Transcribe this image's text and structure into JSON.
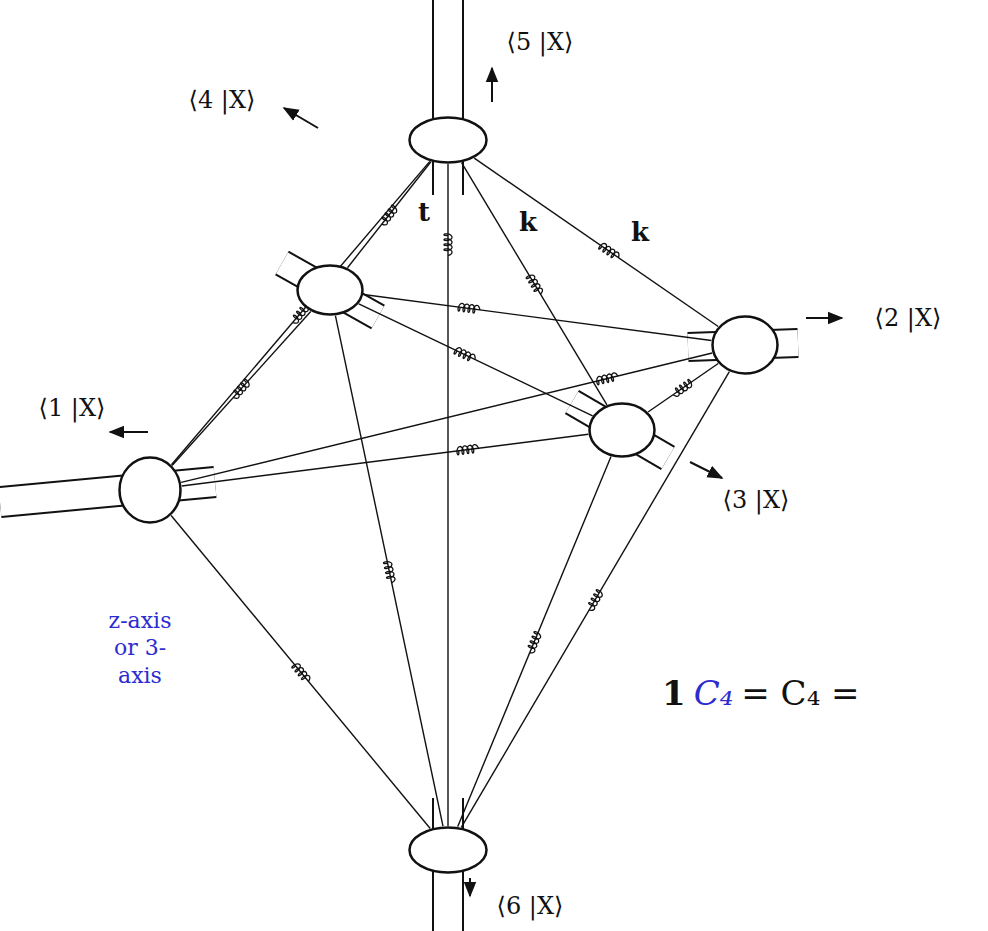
{
  "diagram": {
    "nodes": [
      {
        "text": [
          "⟨5 |X⟩"
        ]
      },
      {
        "text": [
          "⟨4 |X⟩"
        ]
      },
      {
        "text": [
          "⟨1 |X⟩"
        ]
      },
      {
        "text": [
          "⟨2 |X⟩"
        ]
      },
      {
        "text": [
          "⟨3 |X⟩"
        ]
      },
      {
        "text": [
          "⟨6 |X⟩"
        ]
      }
    ],
    "edges": [
      {
        "from": 0,
        "to": 1,
        "arrow": "none"
      },
      {
        "from": 0,
        "to": 2,
        "arrow": "none"
      },
      {
        "from": 0,
        "to": 3,
        "label": "k",
        "arrow": "none"
      },
      {
        "from": 0,
        "to": 4,
        "label": "k",
        "arrow": "none"
      },
      {
        "from": 0,
        "to": 5,
        "label": "t",
        "arrow": "none"
      },
      {
        "from": 1,
        "to": 2,
        "arrow": "none"
      },
      {
        "from": 1,
        "to": 3,
        "arrow": "none"
      },
      {
        "from": 1,
        "to": 4,
        "arrow": "none"
      },
      {
        "from": 1,
        "to": 5,
        "arrow": "none"
      },
      {
        "from": 2,
        "to": 3,
        "arrow": "none"
      },
      {
        "from": 2,
        "to": 4,
        "arrow": "none"
      },
      {
        "from": 2,
        "to": 5,
        "arrow": "none"
      },
      {
        "from": 3,
        "to": 4,
        "arrow": "none"
      },
      {
        "from": 3,
        "to": 5,
        "arrow": "none"
      },
      {
        "from": 4,
        "to": 5,
        "arrow": "none"
      }
    ],
    "labels": [
      "z-axis or 3-axis",
      "1",
      "C₄",
      "= C₄ ="
    ]
  }
}
